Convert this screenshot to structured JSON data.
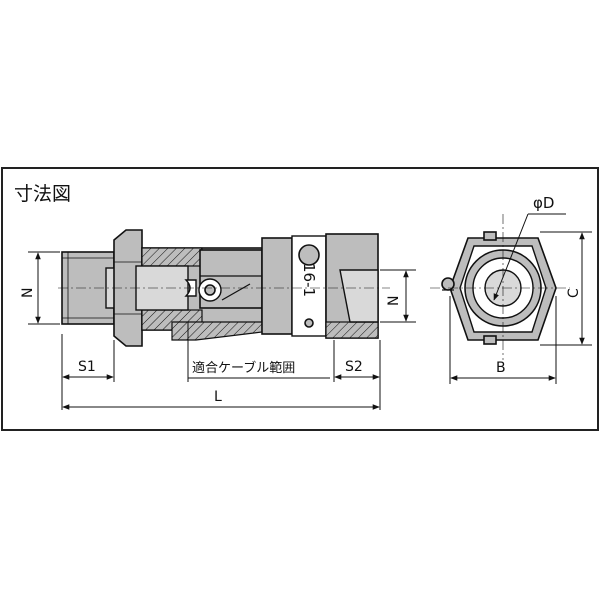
{
  "title": "寸法図",
  "labels": {
    "n_left": "N",
    "n_right": "N",
    "s1": "S1",
    "s2": "S2",
    "cable_range": "適合ケーブル範囲",
    "l": "L",
    "b": "B",
    "c": "C",
    "phi_d": "φD",
    "marking": "16-1"
  }
}
